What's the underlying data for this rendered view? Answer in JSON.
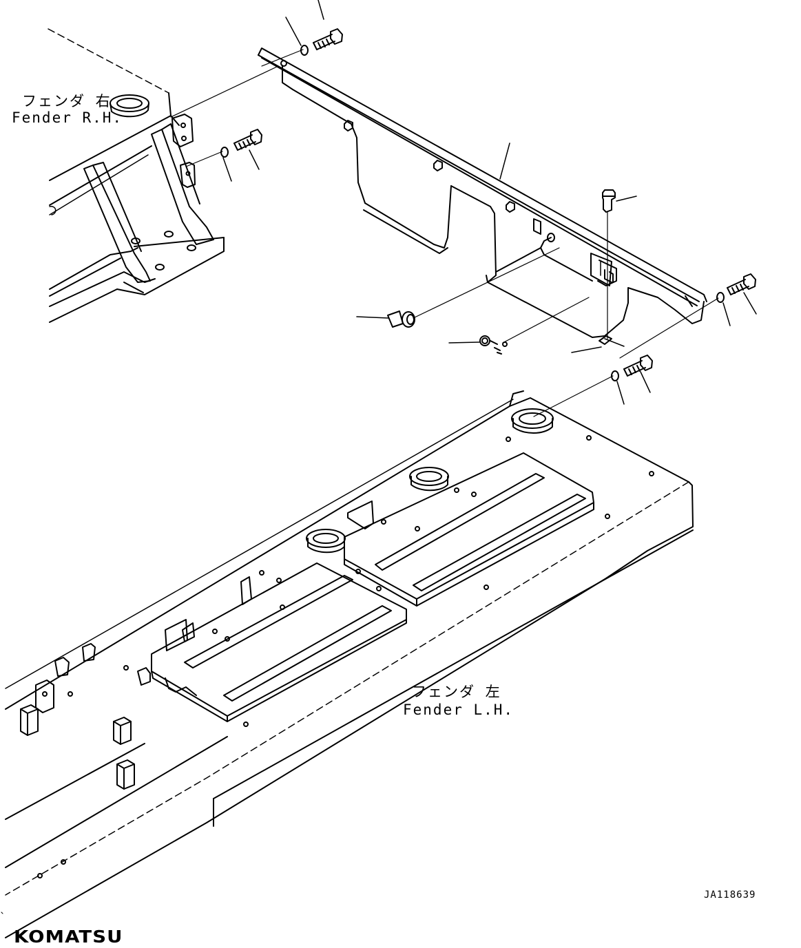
{
  "labels": {
    "fender_rh_jp": "フェンダ 右",
    "fender_rh_en": "Fender R.H.",
    "fender_lh_jp": "フェンダ 左",
    "fender_lh_en": "Fender L.H."
  },
  "drawing_code": "JA118639",
  "brand": "KOMATSU"
}
